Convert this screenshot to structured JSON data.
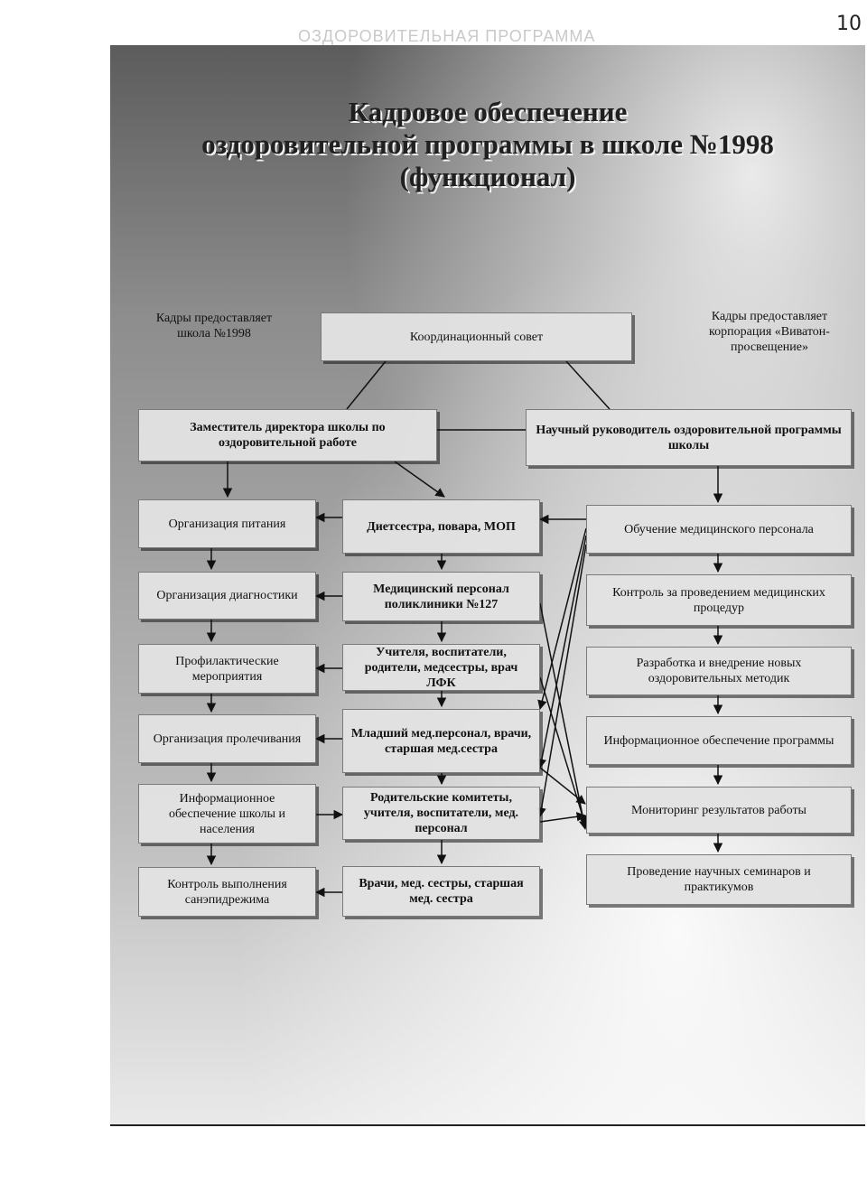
{
  "page": {
    "corner_mark": "10",
    "faded_header": "ОЗДОРОВИТЕЛЬНАЯ ПРОГРАММА"
  },
  "title": {
    "line1": "Кадровое обеспечение",
    "line2": "оздоровительной программы в школе №1998",
    "line3": "(функционал)"
  },
  "notes": {
    "left": "Кадры предоставляет школа №1998",
    "right": "Кадры предоставляет корпорация «Виватон-просвещение»"
  },
  "boxes": {
    "council": "Координационный совет",
    "deputy": "Заместитель директора школы по оздоровительной работе",
    "scientific": "Научный руководитель оздоровительной программы школы",
    "left": [
      "Организация питания",
      "Организация диагностики",
      "Профилактические мероприятия",
      "Организация пролечивания",
      "Информационное обеспечение школы и населения",
      "Контроль выполнения санэпидрежима"
    ],
    "middle": [
      "Диетсестра, повара, МОП",
      "Медицинский персонал поликлиники №127",
      "Учителя, воспитатели, родители, медсестры, врач ЛФК",
      "Младший мед.персонал, врачи, старшая мед.сестра",
      "Родительские комитеты, учителя, воспитатели, мед. персонал",
      "Врачи, мед. сестры, старшая мед. сестра"
    ],
    "right": [
      "Обучение медицинского персонала",
      "Контроль за проведением медицинских процедур",
      "Разработка и внедрение новых оздоровительных методик",
      "Информационное обеспечение программы",
      "Мониторинг результатов работы",
      "Проведение научных семинаров и практикумов"
    ]
  }
}
